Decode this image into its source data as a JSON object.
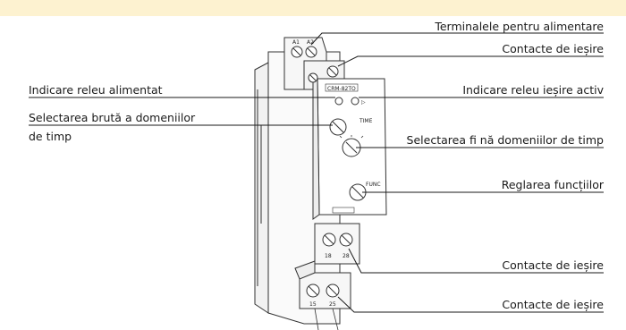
{
  "labels": {
    "terminale_alimentare": "Terminalele pentru alimentare",
    "contacte_iesire_1": "Contacte de ieșire",
    "indicare_releu_alimentat": "Indicare releu alimentat",
    "indicare_releu_iesire": "Indicare releu ieșire activ",
    "selectarea_bruta_1": "Selectarea brută a domeniilor",
    "selectarea_bruta_2": "de timp",
    "selectarea_fina": "Selectarea fi nă domeniilor de timp",
    "reglarea_functiilor": "Reglarea funcțiilor",
    "contacte_iesire_2": "Contacte de ieșire",
    "contacte_iesire_3": "Contacte de ieșire"
  },
  "device": {
    "model": "CRM-82TO",
    "terminal_a1": "A1",
    "terminal_a2": "A2",
    "time_label": "TIME",
    "func_label": "FUNC",
    "terminal_18": "18",
    "terminal_28": "28",
    "terminal_15": "15",
    "terminal_25": "25"
  },
  "colors": {
    "banner": "#fdf2d0",
    "line": "#1a1a1a"
  }
}
